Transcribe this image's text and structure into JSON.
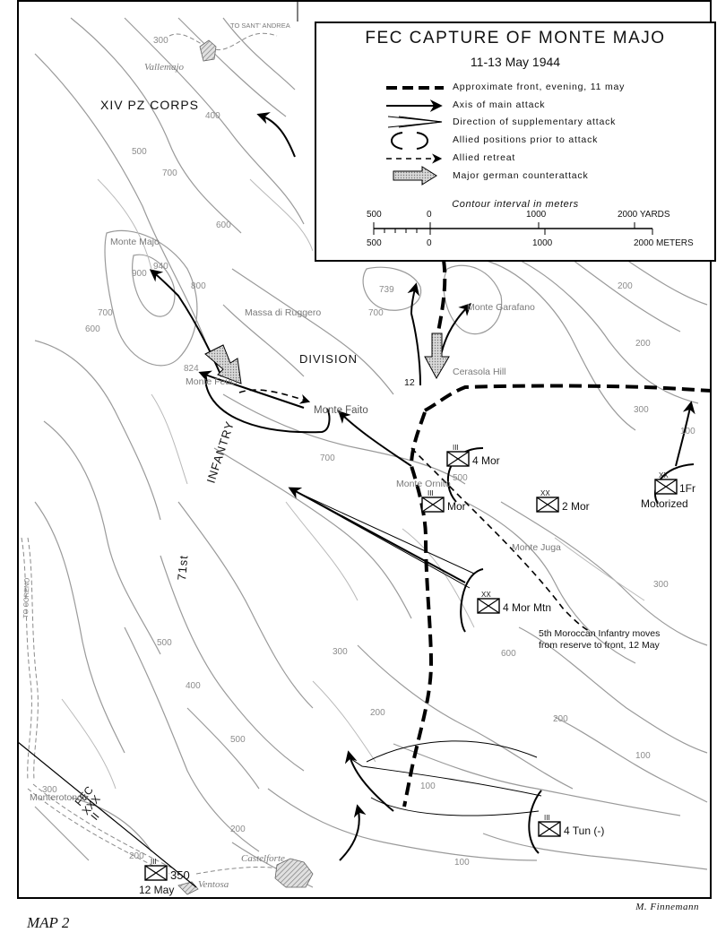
{
  "legend": {
    "title": "FEC CAPTURE OF MONTE MAJO",
    "date": "11-13 May 1944",
    "items": [
      {
        "symbol": "front-line",
        "label": "Approximate front, evening, 11 may"
      },
      {
        "symbol": "main-attack-arrow",
        "label": "Axis of main attack"
      },
      {
        "symbol": "supplementary-attack-arrow",
        "label": "Direction of supplementary attack"
      },
      {
        "symbol": "allied-position-bracket",
        "label": "Allied positions prior to attack"
      },
      {
        "symbol": "allied-retreat-arrow",
        "label": "Allied retreat"
      },
      {
        "symbol": "german-counterattack-arrow",
        "label": "Major german counterattack"
      }
    ],
    "contour_interval": "Contour interval in meters",
    "scale_yards": [
      "500",
      "0",
      "1000",
      "2000 YARDS"
    ],
    "scale_meters": [
      "500",
      "0",
      "1000",
      "2000 METERS"
    ]
  },
  "places": {
    "to_sant_andrea": "TO SANT' ANDREA",
    "vallemajo": "Vallemajo",
    "monte_majo": "Monte Majo",
    "massa_di_ruggero": "Massa di Ruggero",
    "monte_feuci": "Monte Feuci",
    "monte_faito": "Monte Faito",
    "monte_garafano": "Monte Garafano",
    "cerasola_hill": "Cerasola Hill",
    "monte_ornito": "Monte Ornito",
    "monte_juga": "Monte Juga",
    "monterotondo": "Monterotondo",
    "castelforte": "Castelforte",
    "ventosa": "Ventosa",
    "to_coreno": "TO CORENO"
  },
  "forces": {
    "xiv_pz_corps": "XIV PZ CORPS",
    "division": "DIVISION",
    "infantry": "INFANTRY",
    "71st": "71st",
    "fec": "FEC",
    "xxx": "XXX",
    "ii": "II"
  },
  "units": {
    "4mor": "4 Mor",
    "mor": "Mor",
    "2mor": "2 Mor",
    "1fr": "1Fr",
    "motorized": "Motorized",
    "4mormtn": "4 Mor Mtn",
    "4tun": "4 Tun (-)",
    "350": "350",
    "12may": "12 May",
    "echelon_iii": "III",
    "echelon_xx": "XX"
  },
  "annotations": {
    "moroccan_move_1": "5th Moroccan Infantry moves",
    "moroccan_move_2": "from reserve to front, 12 May",
    "hill_12": "12"
  },
  "elevations": {
    "e300a": "300",
    "e400a": "400",
    "e500a": "500",
    "e700a": "700",
    "e600a": "600",
    "e940": "940",
    "e900": "900",
    "e800": "800",
    "e700b": "700",
    "e600b": "600",
    "e824": "824",
    "e739": "739",
    "e700c": "700",
    "e700d": "700",
    "e200a": "200",
    "e200b": "200",
    "e300b": "300",
    "e100a": "100",
    "e500b": "500",
    "e600c": "600",
    "e500c": "500",
    "e400b": "400",
    "e300c": "300",
    "e200c": "200",
    "e500d": "500",
    "e300d": "300",
    "e200d": "200",
    "e200e": "200",
    "e100b": "100",
    "e100c": "100",
    "e100d": "100",
    "e200f": "200",
    "e300e": "300"
  },
  "colors": {
    "ink": "#000000",
    "contour": "#9a9a9a",
    "place_text": "#7a7a7a",
    "counterattack_fill": "#b0b0b0",
    "town_fill": "#c4c4c4"
  },
  "credit": "M. Finnemann",
  "caption": "MAP 2"
}
